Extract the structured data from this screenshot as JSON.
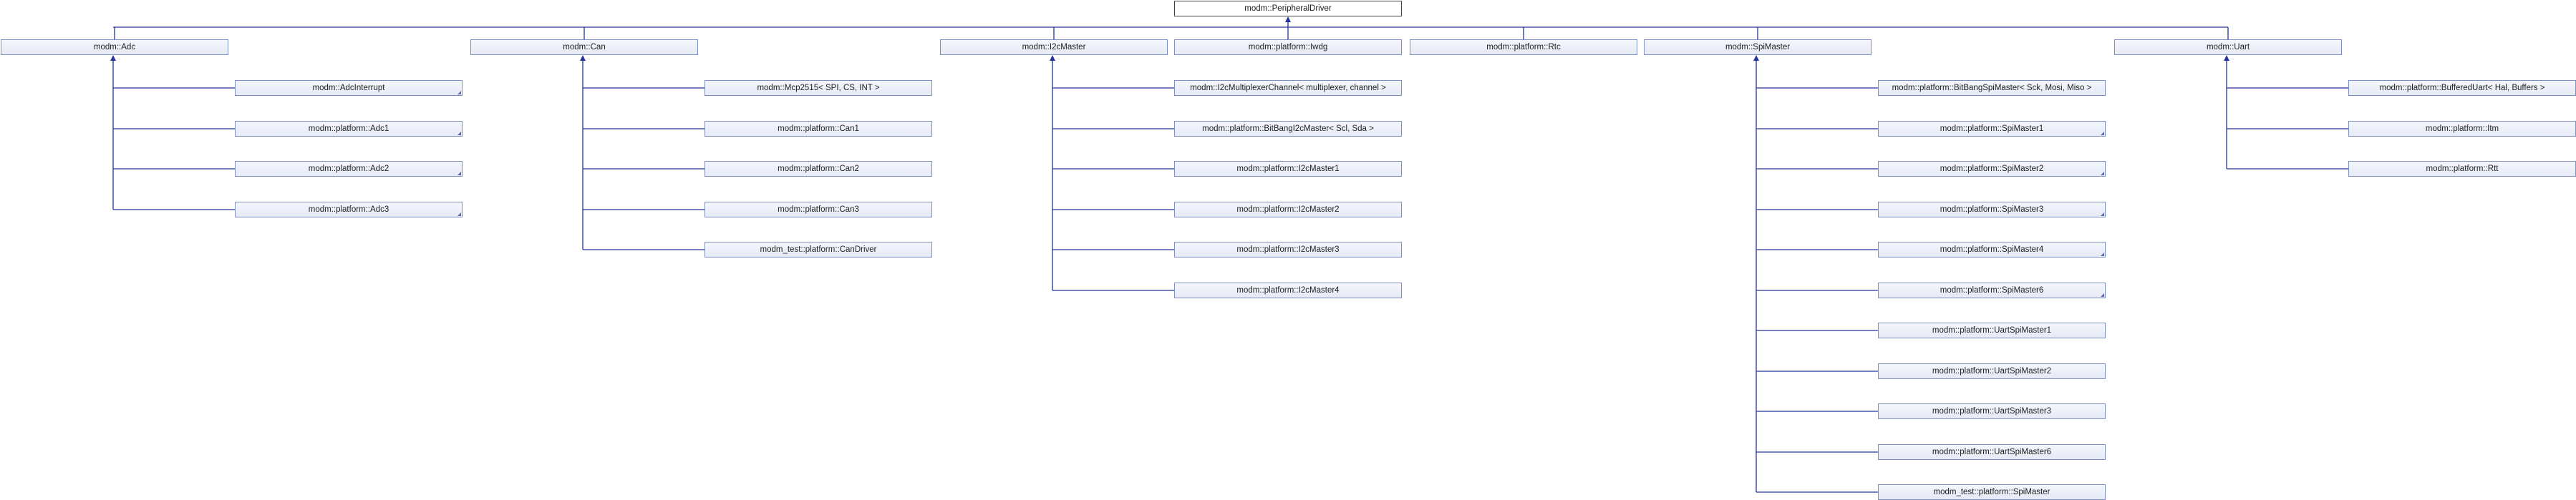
{
  "root": {
    "label": "modm::PeripheralDriver"
  },
  "columns": [
    {
      "label": "modm::Adc",
      "children": [
        {
          "label": "modm::AdcInterrupt",
          "corner": true
        },
        {
          "label": "modm::platform::Adc1",
          "corner": true
        },
        {
          "label": "modm::platform::Adc2",
          "corner": true
        },
        {
          "label": "modm::platform::Adc3",
          "corner": true
        }
      ]
    },
    {
      "label": "modm::Can",
      "children": [
        {
          "label": "modm::Mcp2515< SPI, CS, INT >",
          "corner": false
        },
        {
          "label": "modm::platform::Can1",
          "corner": false
        },
        {
          "label": "modm::platform::Can2",
          "corner": false
        },
        {
          "label": "modm::platform::Can3",
          "corner": false
        },
        {
          "label": "modm_test::platform::CanDriver",
          "corner": false
        }
      ]
    },
    {
      "label": "modm::I2cMaster",
      "children": [
        {
          "label": "modm::I2cMultiplexerChannel< multiplexer, channel >",
          "corner": false
        },
        {
          "label": "modm::platform::BitBangI2cMaster< Scl, Sda >",
          "corner": false
        },
        {
          "label": "modm::platform::I2cMaster1",
          "corner": false
        },
        {
          "label": "modm::platform::I2cMaster2",
          "corner": false
        },
        {
          "label": "modm::platform::I2cMaster3",
          "corner": false
        },
        {
          "label": "modm::platform::I2cMaster4",
          "corner": false
        }
      ]
    },
    {
      "label": "modm::platform::Iwdg",
      "children": []
    },
    {
      "label": "modm::platform::Rtc",
      "children": []
    },
    {
      "label": "modm::SpiMaster",
      "children": [
        {
          "label": "modm::platform::BitBangSpiMaster< Sck, Mosi, Miso >",
          "corner": false
        },
        {
          "label": "modm::platform::SpiMaster1",
          "corner": true
        },
        {
          "label": "modm::platform::SpiMaster2",
          "corner": true
        },
        {
          "label": "modm::platform::SpiMaster3",
          "corner": true
        },
        {
          "label": "modm::platform::SpiMaster4",
          "corner": true
        },
        {
          "label": "modm::platform::SpiMaster6",
          "corner": true
        },
        {
          "label": "modm::platform::UartSpiMaster1",
          "corner": false
        },
        {
          "label": "modm::platform::UartSpiMaster2",
          "corner": false
        },
        {
          "label": "modm::platform::UartSpiMaster3",
          "corner": false
        },
        {
          "label": "modm::platform::UartSpiMaster6",
          "corner": false
        },
        {
          "label": "modm_test::platform::SpiMaster",
          "corner": false
        }
      ]
    },
    {
      "label": "modm::Uart",
      "children": [
        {
          "label": "modm::platform::BufferedUart< Hal, Buffers >",
          "corner": false
        },
        {
          "label": "modm::platform::Itm",
          "corner": false
        },
        {
          "label": "modm::platform::Rtt",
          "corner": false
        }
      ]
    }
  ],
  "colors": {
    "edge": "#25339a",
    "node_border": "#7f8fbf",
    "node_fill": "#e6eaf6"
  }
}
